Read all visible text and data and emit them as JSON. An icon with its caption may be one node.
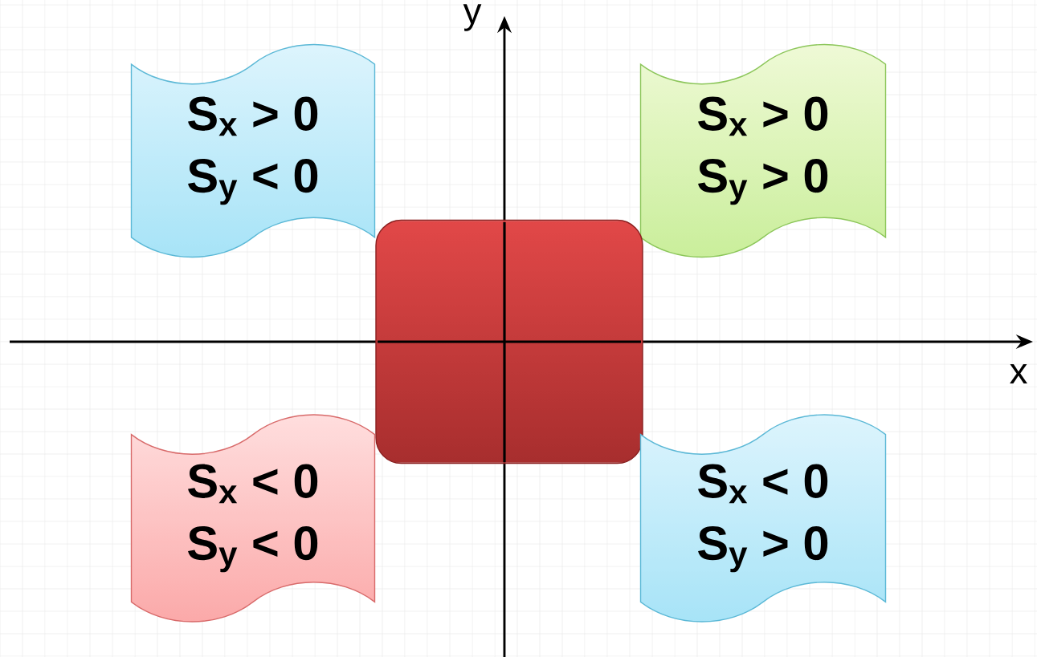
{
  "diagram": {
    "nodes": [
      {
        "text": [
          "S$_{x}$ > 0",
          "S$_{y}$ < 0"
        ]
      },
      {
        "text": [
          "S$_{x}$ > 0",
          "S$_{y}$ > 0"
        ]
      },
      {
        "text": [],
        "shape": "box"
      },
      {
        "text": [
          "S$_{x}$ < 0",
          "S$_{y}$ < 0"
        ]
      },
      {
        "text": [
          "S$_{x}$ < 0",
          "S$_{y}$ > 0"
        ]
      }
    ],
    "labels": [
      "y",
      "x"
    ]
  }
}
